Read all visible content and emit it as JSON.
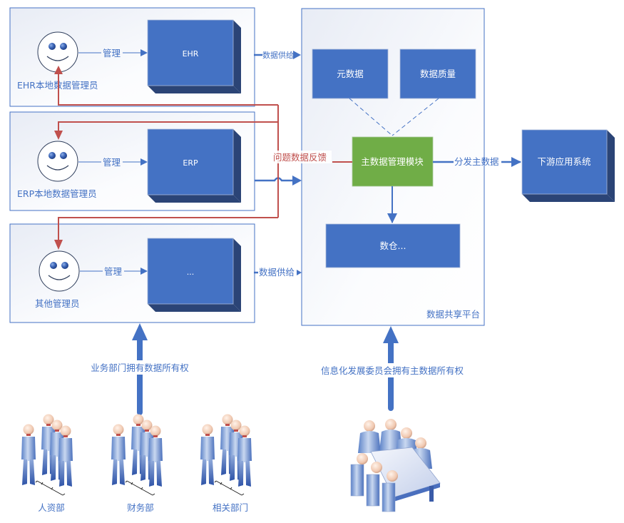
{
  "colors": {
    "primary": "#4472C4",
    "primary_dark": "#2B4476",
    "accent_green": "#70AD47",
    "feedback_red": "#C0504D"
  },
  "systems": [
    {
      "admin_label": "EHR本地数据管理员",
      "manage_label": "管理",
      "system_label": "EHR",
      "supply_label": "数据供给"
    },
    {
      "admin_label": "ERP本地数据管理员",
      "manage_label": "管理",
      "system_label": "ERP",
      "supply_label": ""
    },
    {
      "admin_label": "其他管理员",
      "manage_label": "管理",
      "system_label": "...",
      "supply_label": "数据供给"
    }
  ],
  "platform": {
    "title": "数据共享平台",
    "metadata_label": "元数据",
    "quality_label": "数据质量",
    "mdm_label": "主数据管理模块",
    "warehouse_label": "数仓..."
  },
  "feedback_label": "问题数据反馈",
  "distribute_label": "分发主数据",
  "downstream_label": "下游应用系统",
  "ownership": {
    "business_label": "业务部门拥有数据所有权",
    "committee_label": "信息化发展委员会拥有主数据所有权"
  },
  "departments": [
    {
      "label": "人资部"
    },
    {
      "label": "财务部"
    },
    {
      "label": "相关部门"
    }
  ],
  "icons": {
    "admin": "smiley-face-icon",
    "department": "people-group-icon",
    "committee": "meeting-table-icon"
  }
}
